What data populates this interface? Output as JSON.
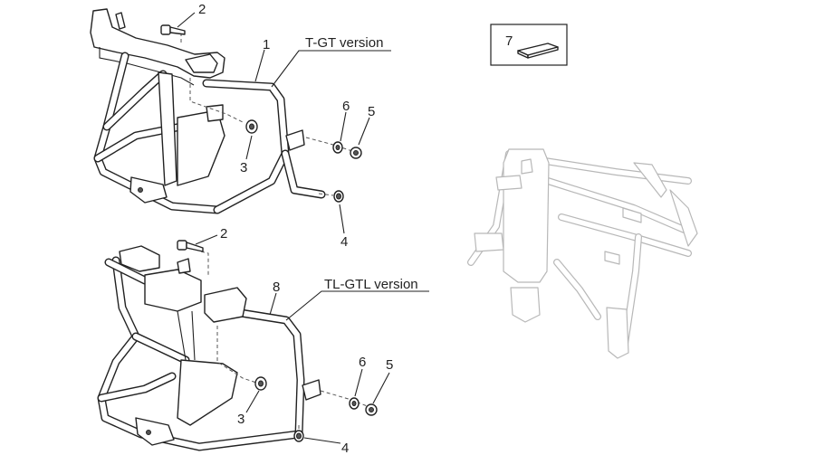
{
  "callouts": {
    "top": {
      "n1": "1",
      "n2": "2",
      "n3": "3",
      "n4": "4",
      "n5": "5",
      "n6": "6",
      "version": "T-GT version"
    },
    "bottom": {
      "n8": "8",
      "n2": "2",
      "n3": "3",
      "n4": "4",
      "n5": "5",
      "n6": "6",
      "version": "TL-GTL version"
    },
    "box": {
      "n7": "7"
    }
  }
}
